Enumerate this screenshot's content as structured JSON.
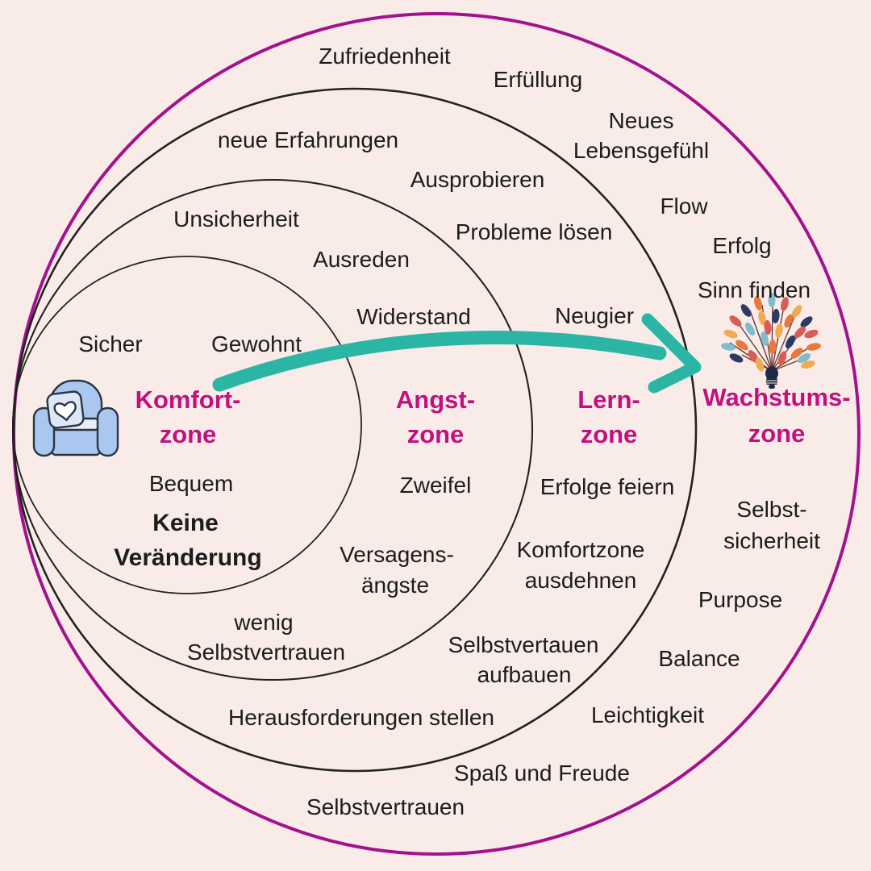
{
  "diagram_type": "concentric-zones-model",
  "language": "de",
  "colors": {
    "background": "#f9ece8",
    "growth_circle_stroke": "#a3128e",
    "inner_circle_stroke": "#222222",
    "zone_title_text": "#c2117e",
    "label_text": "#1c1c1c",
    "arrow": "#2bb5a5",
    "armchair_blue": "#a9c7ef",
    "armchair_pillow": "#dce8f8"
  },
  "arrow": {
    "from": "Komfortzone",
    "to": "Wachstumszone"
  },
  "zones": {
    "comfort": {
      "title": {
        "line1": "Komfort-",
        "line2": "zone"
      },
      "icon": "armchair-icon",
      "labels": {
        "sicher": "Sicher",
        "gewohnt": "Gewohnt",
        "bequem": "Bequem",
        "keine_veraenderung": {
          "line1": "Keine",
          "line2": "Veränderung"
        }
      }
    },
    "fear": {
      "title": {
        "line1": "Angst-",
        "line2": "zone"
      },
      "labels": {
        "unsicherheit": "Unsicherheit",
        "ausreden": "Ausreden",
        "widerstand": "Widerstand",
        "zweifel": "Zweifel",
        "versagensaengste": {
          "line1": "Versagens-",
          "line2": "ängste"
        },
        "wenig_selbstvertrauen": {
          "line1": "wenig",
          "line2": "Selbstvertrauen"
        }
      }
    },
    "learning": {
      "title": {
        "line1": "Lern-",
        "line2": "zone"
      },
      "labels": {
        "neue_erfahrungen": "neue Erfahrungen",
        "ausprobieren": "Ausprobieren",
        "probleme_loesen": "Probleme lösen",
        "neugier": "Neugier",
        "erfolge_feiern": "Erfolge feiern",
        "komfortzone_ausdehnen": {
          "line1": "Komfortzone",
          "line2": "ausdehnen"
        },
        "selbstvertauen_aufbauen": {
          "line1": "Selbstvertauen",
          "line2": "aufbauen"
        },
        "herausforderungen_stellen": "Herausforderungen stellen"
      }
    },
    "growth": {
      "title": {
        "line1": "Wachstums-",
        "line2": "zone"
      },
      "icon": "idea-tree-icon",
      "labels": {
        "zufriedenheit": "Zufriedenheit",
        "erfuellung": "Erfüllung",
        "neues_lebensgefuehl": {
          "line1": "Neues",
          "line2": "Lebensgefühl"
        },
        "flow": "Flow",
        "erfolg": "Erfolg",
        "sinn_finden": "Sinn finden",
        "selbstsicherheit": {
          "line1": "Selbst-",
          "line2": "sicherheit"
        },
        "purpose": "Purpose",
        "balance": "Balance",
        "leichtigkeit": "Leichtigkeit",
        "spass_und_freude": "Spaß und Freude",
        "selbstvertrauen": "Selbstvertrauen"
      }
    }
  }
}
